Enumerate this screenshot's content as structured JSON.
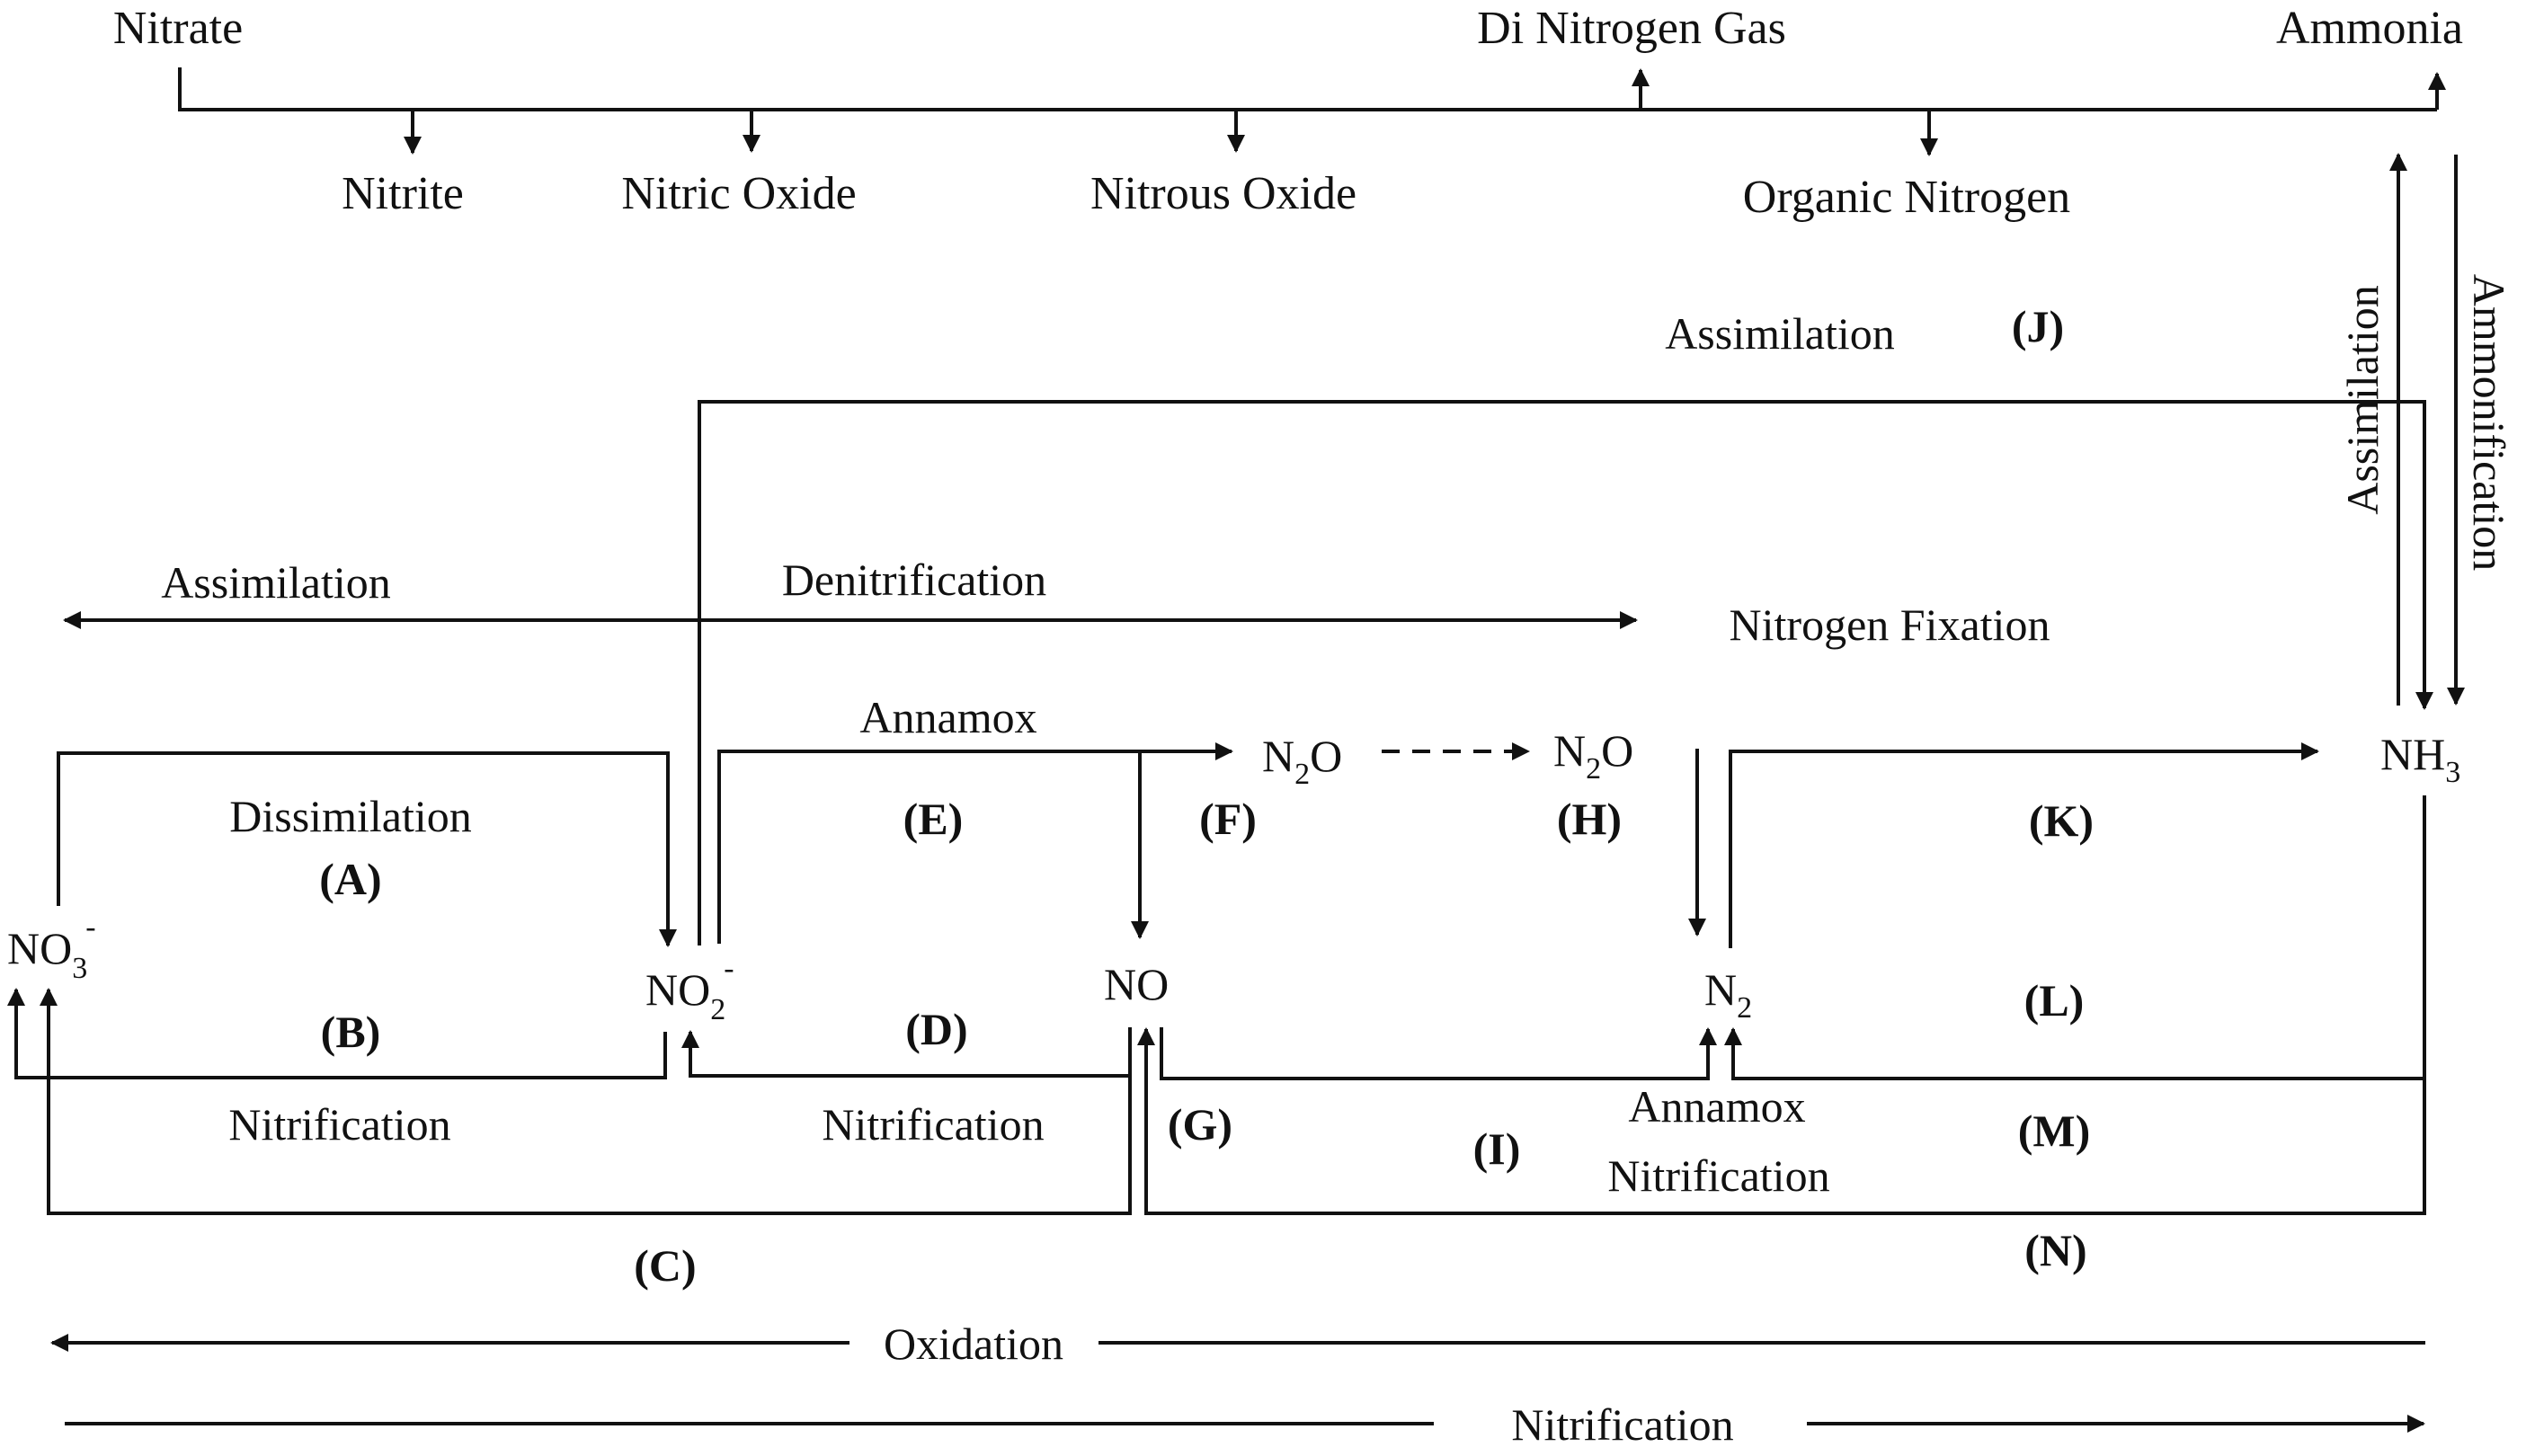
{
  "legend": {
    "nitrate": "Nitrate",
    "nitrite": "Nitrite",
    "nitric_oxide": "Nitric Oxide",
    "nitrous_oxide": "Nitrous Oxide",
    "dinitrogen_gas": "Di Nitrogen Gas",
    "organic_nitrogen": "Organic Nitrogen",
    "ammonia": "Ammonia"
  },
  "species": {
    "no3": {
      "base": "NO",
      "sub": "3",
      "sup": "-"
    },
    "no2": {
      "base": "NO",
      "sub": "2",
      "sup": "-"
    },
    "no": {
      "base": "NO"
    },
    "n2o_f": {
      "pre": "N",
      "sub": "2",
      "post": "O"
    },
    "n2o_h": {
      "pre": "N",
      "sub": "2",
      "post": "O"
    },
    "n2": {
      "pre": "N",
      "sub": "2"
    },
    "nh3": {
      "pre": "NH",
      "sub": "3"
    }
  },
  "process_labels": {
    "assimilation_top": "Assimilation",
    "assimilation_left": "Assimilation",
    "denitrification": "Denitrification",
    "nitrogen_fixation": "Nitrogen Fixation",
    "annamox_upper": "Annamox",
    "dissimilation": "Dissimilation",
    "nitrification_b": "Nitrification",
    "nitrification_d": "Nitrification",
    "annamox_lower": "Annamox",
    "nitrification_mid": "Nitrification",
    "oxidation": "Oxidation",
    "nitrification_bottom": "Nitrification",
    "assimilation_vertical": "Assimilation",
    "ammonification_vertical": "Ammonification"
  },
  "codes": {
    "A": "(A)",
    "B": "(B)",
    "C": "(C)",
    "D": "(D)",
    "E": "(E)",
    "F": "(F)",
    "G": "(G)",
    "H": "(H)",
    "I": "(I)",
    "J": "(J)",
    "K": "(K)",
    "L": "(L)",
    "M": "(M)",
    "N": "(N)"
  }
}
